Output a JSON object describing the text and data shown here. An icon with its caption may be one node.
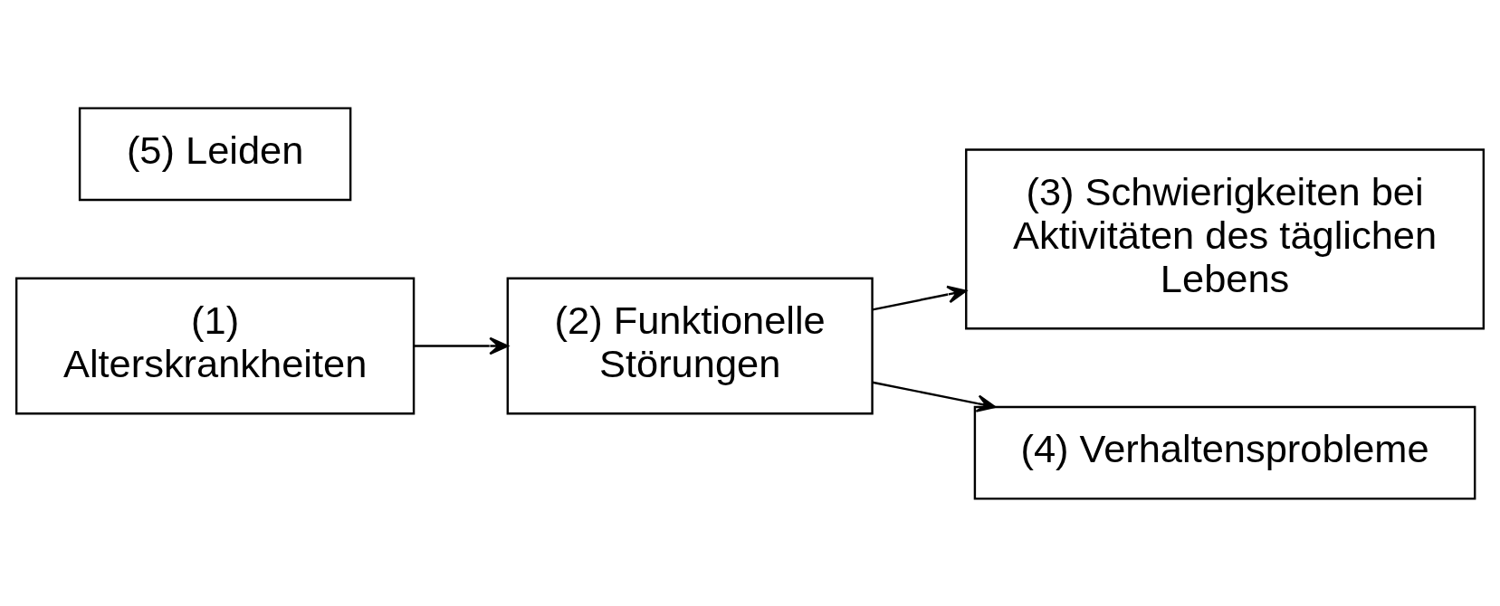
{
  "diagram": {
    "nodes": [
      {
        "text": [
          "(1) Alterskrankheiten"
        ]
      },
      {
        "text": [
          "(2) Funktionelle Störungen"
        ]
      },
      {
        "text": [
          "(3) Schwierigkeiten bei Aktivitäten des täglichen Lebens"
        ]
      },
      {
        "text": [
          "(4) Verhaltensprobleme"
        ]
      },
      {
        "text": [
          "(5) Leiden"
        ]
      }
    ],
    "edges": [
      {
        "from": 0,
        "to": 1,
        "arrow": "to"
      },
      {
        "from": 1,
        "to": 2,
        "arrow": "to"
      },
      {
        "from": 1,
        "to": 3,
        "arrow": "to"
      }
    ]
  }
}
